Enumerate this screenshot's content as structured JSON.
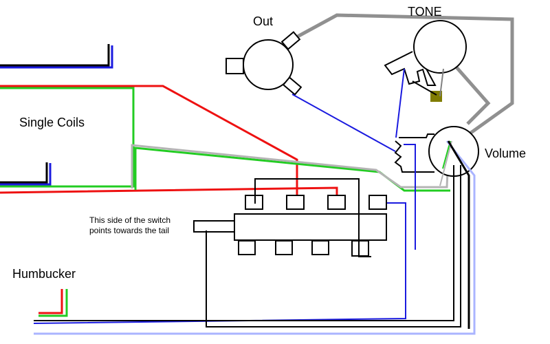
{
  "labels": {
    "out": "Out",
    "tone": "TONE",
    "volume": "Volume",
    "single_coils": "Single Coils",
    "humbucker": "Humbucker",
    "switch_note_line1": "This side of the switch",
    "switch_note_line2": "points towards the tail"
  },
  "colors": {
    "black": "#000000",
    "red": "#ee1111",
    "green": "#22cc22",
    "blue": "#1a1adf",
    "gray": "#909090",
    "light_blue": "#aab4ff",
    "light_gray": "#b4b4b4",
    "capacitor": "#807c00"
  }
}
